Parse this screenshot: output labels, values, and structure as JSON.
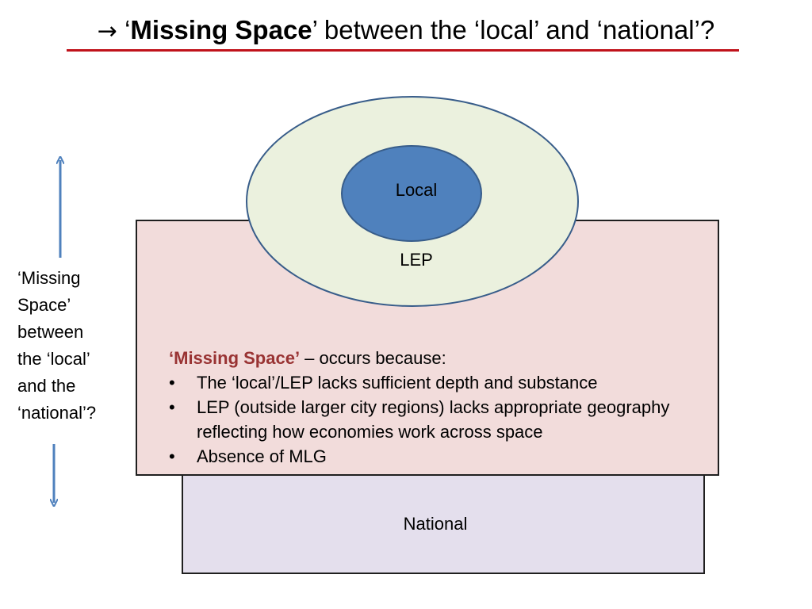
{
  "title": {
    "arrow": "→",
    "quote_open": "‘",
    "emphasis": "Missing Space",
    "rest": "’ between the ‘local’ and ‘national’?"
  },
  "diagram": {
    "local_label": "Local",
    "lep_label": "LEP",
    "national_label": "National"
  },
  "side_label": {
    "lines": [
      "‘Missing",
      "Space’",
      "between",
      "the ‘local’",
      "and the",
      "‘national’?"
    ]
  },
  "content": {
    "heading_emphasis": "‘Missing Space’",
    "heading_rest": " – occurs because:",
    "bullets": [
      "The ‘local’/LEP lacks sufficient depth and substance",
      "LEP (outside larger city regions) lacks appropriate geography reflecting how economies work across space",
      "Absence of MLG"
    ]
  },
  "colors": {
    "title_rule": "#c0121b",
    "emphasis_text": "#993333",
    "lep_fill": "#ebf1de",
    "local_fill": "#4f81bd",
    "outline": "#385d8a",
    "pink_box": "#f2dcdb",
    "national_box": "#e4dfed",
    "side_arrow": "#4f81bd"
  }
}
